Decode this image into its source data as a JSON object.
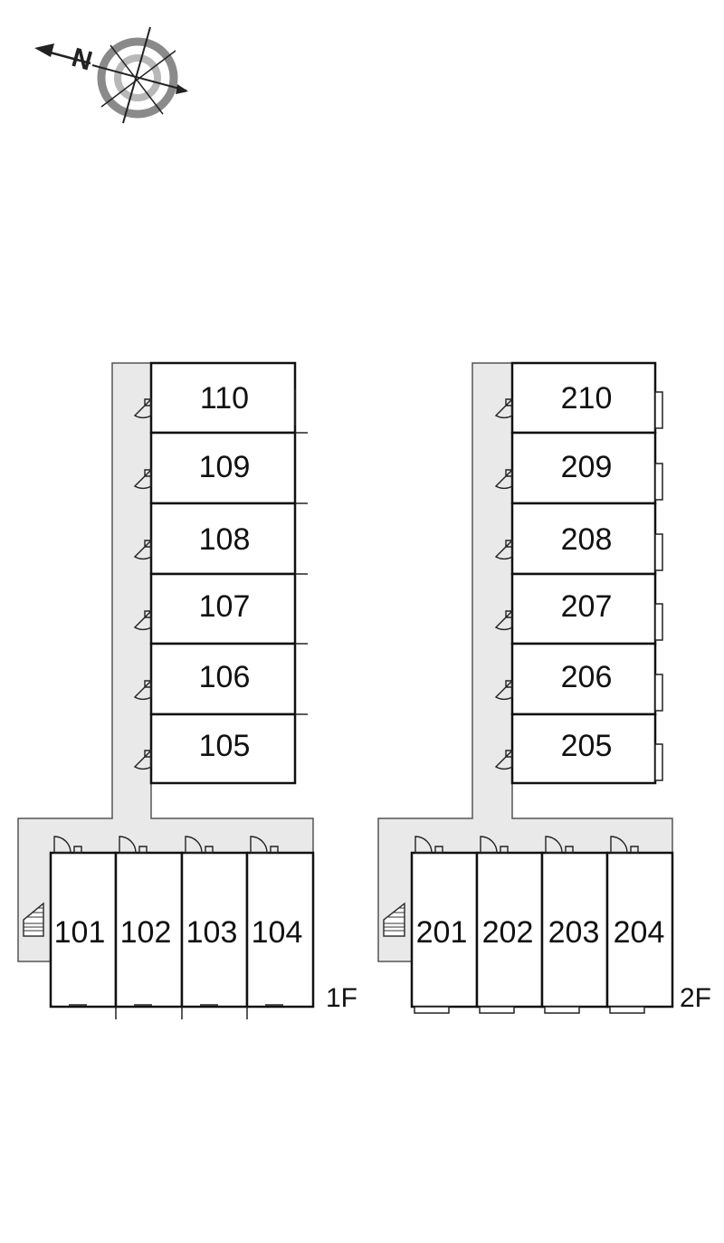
{
  "compass": {
    "north_label": "N"
  },
  "floors": [
    {
      "label": "1F",
      "vertical_rooms": [
        "110",
        "109",
        "108",
        "107",
        "106",
        "105"
      ],
      "horizontal_rooms": [
        "101",
        "102",
        "103",
        "104"
      ]
    },
    {
      "label": "2F",
      "vertical_rooms": [
        "210",
        "209",
        "208",
        "207",
        "206",
        "205"
      ],
      "horizontal_rooms": [
        "201",
        "202",
        "203",
        "204"
      ]
    }
  ]
}
